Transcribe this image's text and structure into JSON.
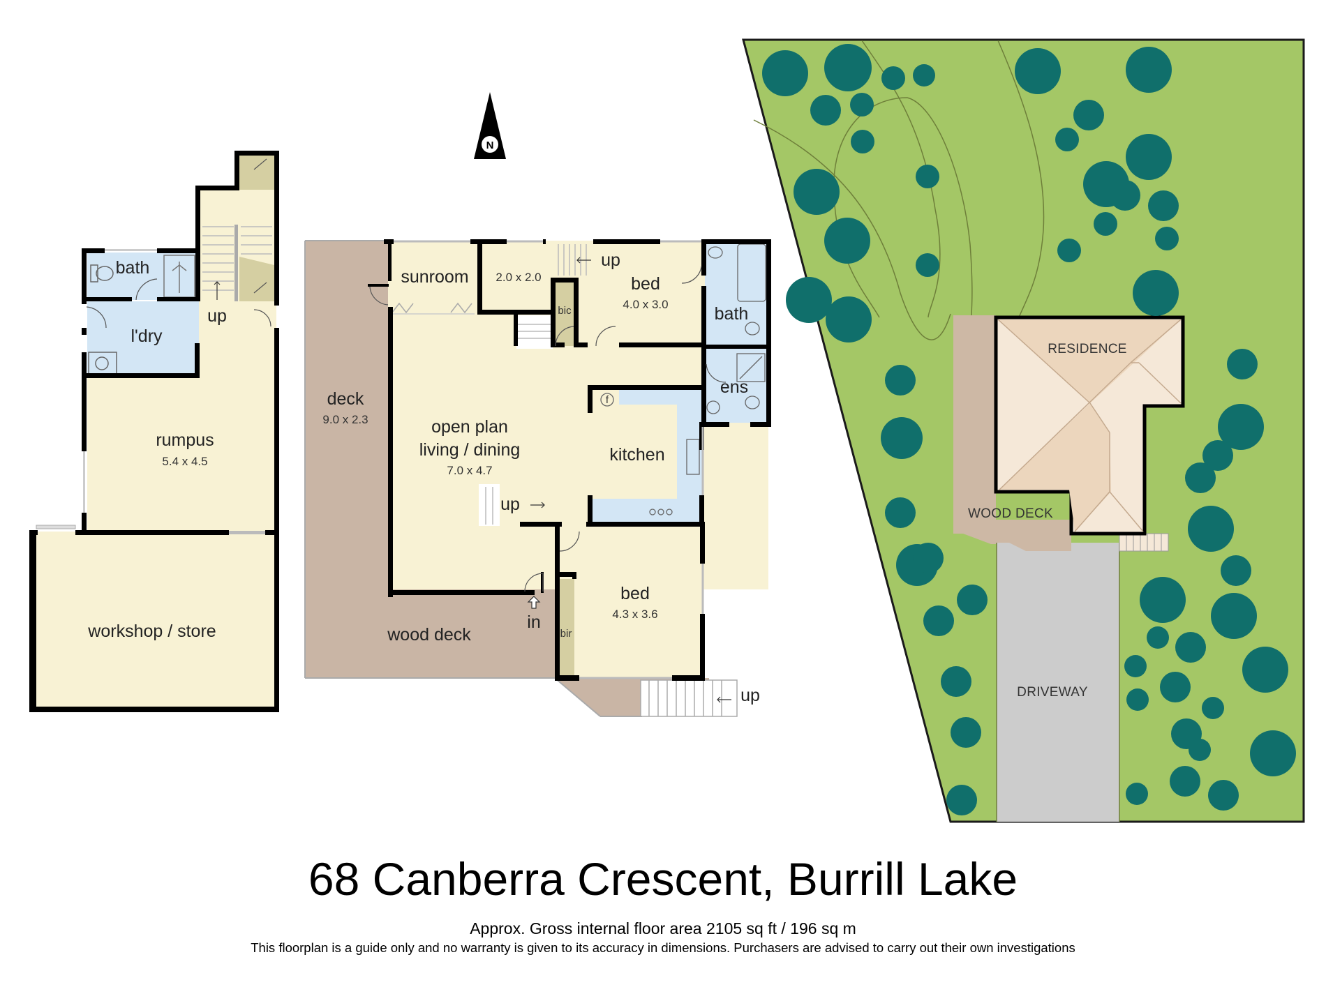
{
  "compass": {
    "label": "N"
  },
  "lower_level": {
    "bath": {
      "label": "bath"
    },
    "laundry": {
      "label": "l'dry"
    },
    "stairs_up": {
      "label": "up"
    },
    "rumpus": {
      "label": "rumpus",
      "dims": "5.4 x 4.5"
    },
    "workshop": {
      "label": "workshop / store"
    }
  },
  "main_level": {
    "deck": {
      "label": "deck",
      "dims": "9.0 x 2.3"
    },
    "sunroom": {
      "label": "sunroom"
    },
    "study": {
      "dims": "2.0 x 2.0"
    },
    "stairs_up_top": {
      "label": "up"
    },
    "bed1": {
      "label": "bed",
      "dims": "4.0 x 3.0"
    },
    "bic": {
      "label": "bic"
    },
    "bath": {
      "label": "bath"
    },
    "ens": {
      "label": "ens"
    },
    "living": {
      "label_line1": "open plan",
      "label_line2": "living / dining",
      "dims": "7.0 x 4.7"
    },
    "kitchen": {
      "label": "kitchen",
      "fridge": "f"
    },
    "stairs_up_living": {
      "label": "up"
    },
    "bed2": {
      "label": "bed",
      "dims": "4.3 x 3.6"
    },
    "bir": {
      "label": "bir"
    },
    "entry": {
      "label": "in"
    },
    "wood_deck": {
      "label": "wood deck"
    },
    "stairs_up_outside": {
      "label": "up"
    }
  },
  "site_plan": {
    "residence": {
      "label": "RESIDENCE"
    },
    "wood_deck": {
      "label": "WOOD DECK"
    },
    "driveway": {
      "label": "DRIVEWAY"
    }
  },
  "colors": {
    "room_fill": "#f8f2d4",
    "wet_area_fill": "#d3e6f5",
    "deck_fill": "#c9b5a5",
    "storage_fill": "#d5cfa2",
    "lawn": "#9cc35e",
    "lawn_light": "#a8c96c",
    "tree": "#106f6b",
    "driveway": "#cccccc",
    "roof_light": "#f5e8d8",
    "roof_dark": "#ecd6bd",
    "wall": "#000000"
  },
  "footer": {
    "title": "68 Canberra Crescent, Burrill Lake",
    "area": "Approx. Gross internal floor area 2105 sq ft / 196 sq m",
    "disclaimer": "This floorplan is a guide only and no warranty is given to its accuracy in dimensions. Purchasers are advised to carry out their own investigations"
  }
}
